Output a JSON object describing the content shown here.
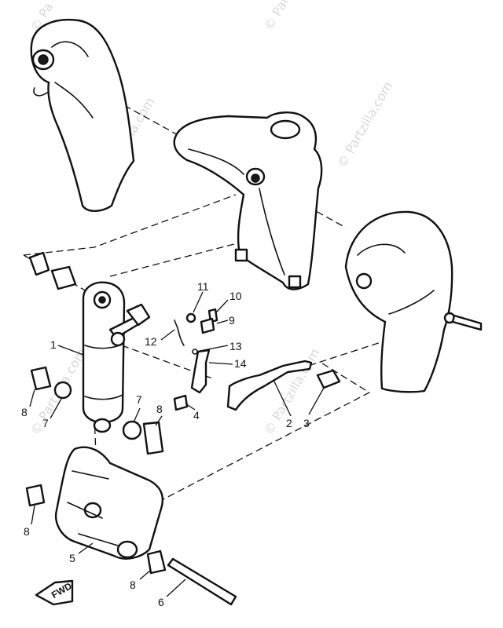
{
  "watermark": "© Partzilla.com",
  "corner_watermark": "© Pa",
  "fwd_label": "FWD",
  "callouts": {
    "c1": "1",
    "c2": "2",
    "c3": "3",
    "c4": "4",
    "c5": "5",
    "c6": "6",
    "c7a": "7",
    "c7b": "7",
    "c8a": "8",
    "c8b": "8",
    "c8c": "8",
    "c8d": "8",
    "c9": "9",
    "c10": "10",
    "c11": "11",
    "c12": "12",
    "c13": "13",
    "c14": "14"
  },
  "colors": {
    "ink": "#111111",
    "paper": "#ffffff",
    "watermark": "#b9b9b9"
  }
}
